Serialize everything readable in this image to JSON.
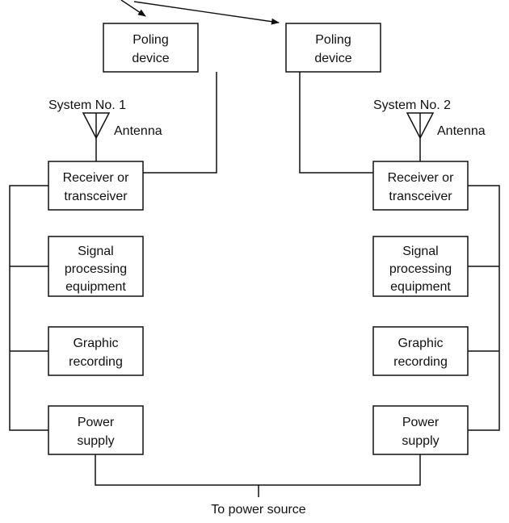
{
  "arrow_count": 2,
  "systems": [
    {
      "id": "system-1",
      "label": "System No. 1",
      "antenna_label": "Antenna",
      "poling_device": [
        "Poling",
        "device"
      ],
      "receiver": [
        "Receiver or",
        "transceiver"
      ],
      "signal_processing": [
        "Signal",
        "processing",
        "equipment"
      ],
      "graphic_recording": [
        "Graphic",
        "recording"
      ],
      "power_supply": [
        "Power",
        "supply"
      ]
    },
    {
      "id": "system-2",
      "label": "System No. 2",
      "antenna_label": "Antenna",
      "poling_device": [
        "Poling",
        "device"
      ],
      "receiver": [
        "Receiver or",
        "transceiver"
      ],
      "signal_processing": [
        "Signal",
        "processing",
        "equipment"
      ],
      "graphic_recording": [
        "Graphic",
        "recording"
      ],
      "power_supply": [
        "Power",
        "supply"
      ]
    }
  ],
  "power_source_label": "To power source"
}
